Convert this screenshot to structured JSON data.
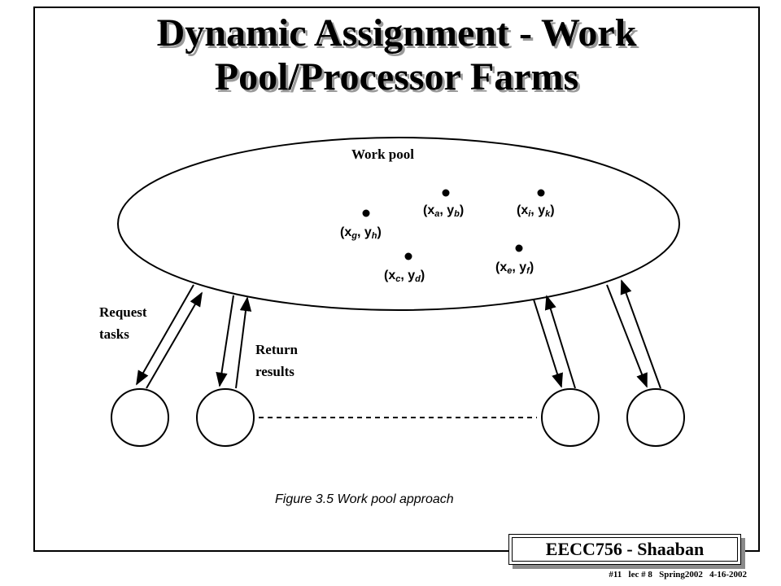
{
  "slide": {
    "title_line1": "Dynamic Assignment - Work",
    "title_line2": "Pool/Processor Farms"
  },
  "diagram": {
    "pool_label": "Work pool",
    "tasks": [
      {
        "x": "x",
        "xs": "a",
        "y": "y",
        "ys": "b"
      },
      {
        "x": "x",
        "xs": "i",
        "y": "y",
        "ys": "k"
      },
      {
        "x": "x",
        "xs": "g",
        "y": "y",
        "ys": "h"
      },
      {
        "x": "x",
        "xs": "c",
        "y": "y",
        "ys": "d"
      },
      {
        "x": "x",
        "xs": "e",
        "y": "y",
        "ys": "f"
      }
    ],
    "request_label_1": "Request",
    "request_label_2": "tasks",
    "return_label_1": "Return",
    "return_label_2": "results",
    "caption": "Figure 3.5 Work pool approach"
  },
  "footer": {
    "course": "EECC756 - Shaaban",
    "info": "#11   lec # 8   Spring2002   4-16-2002"
  }
}
